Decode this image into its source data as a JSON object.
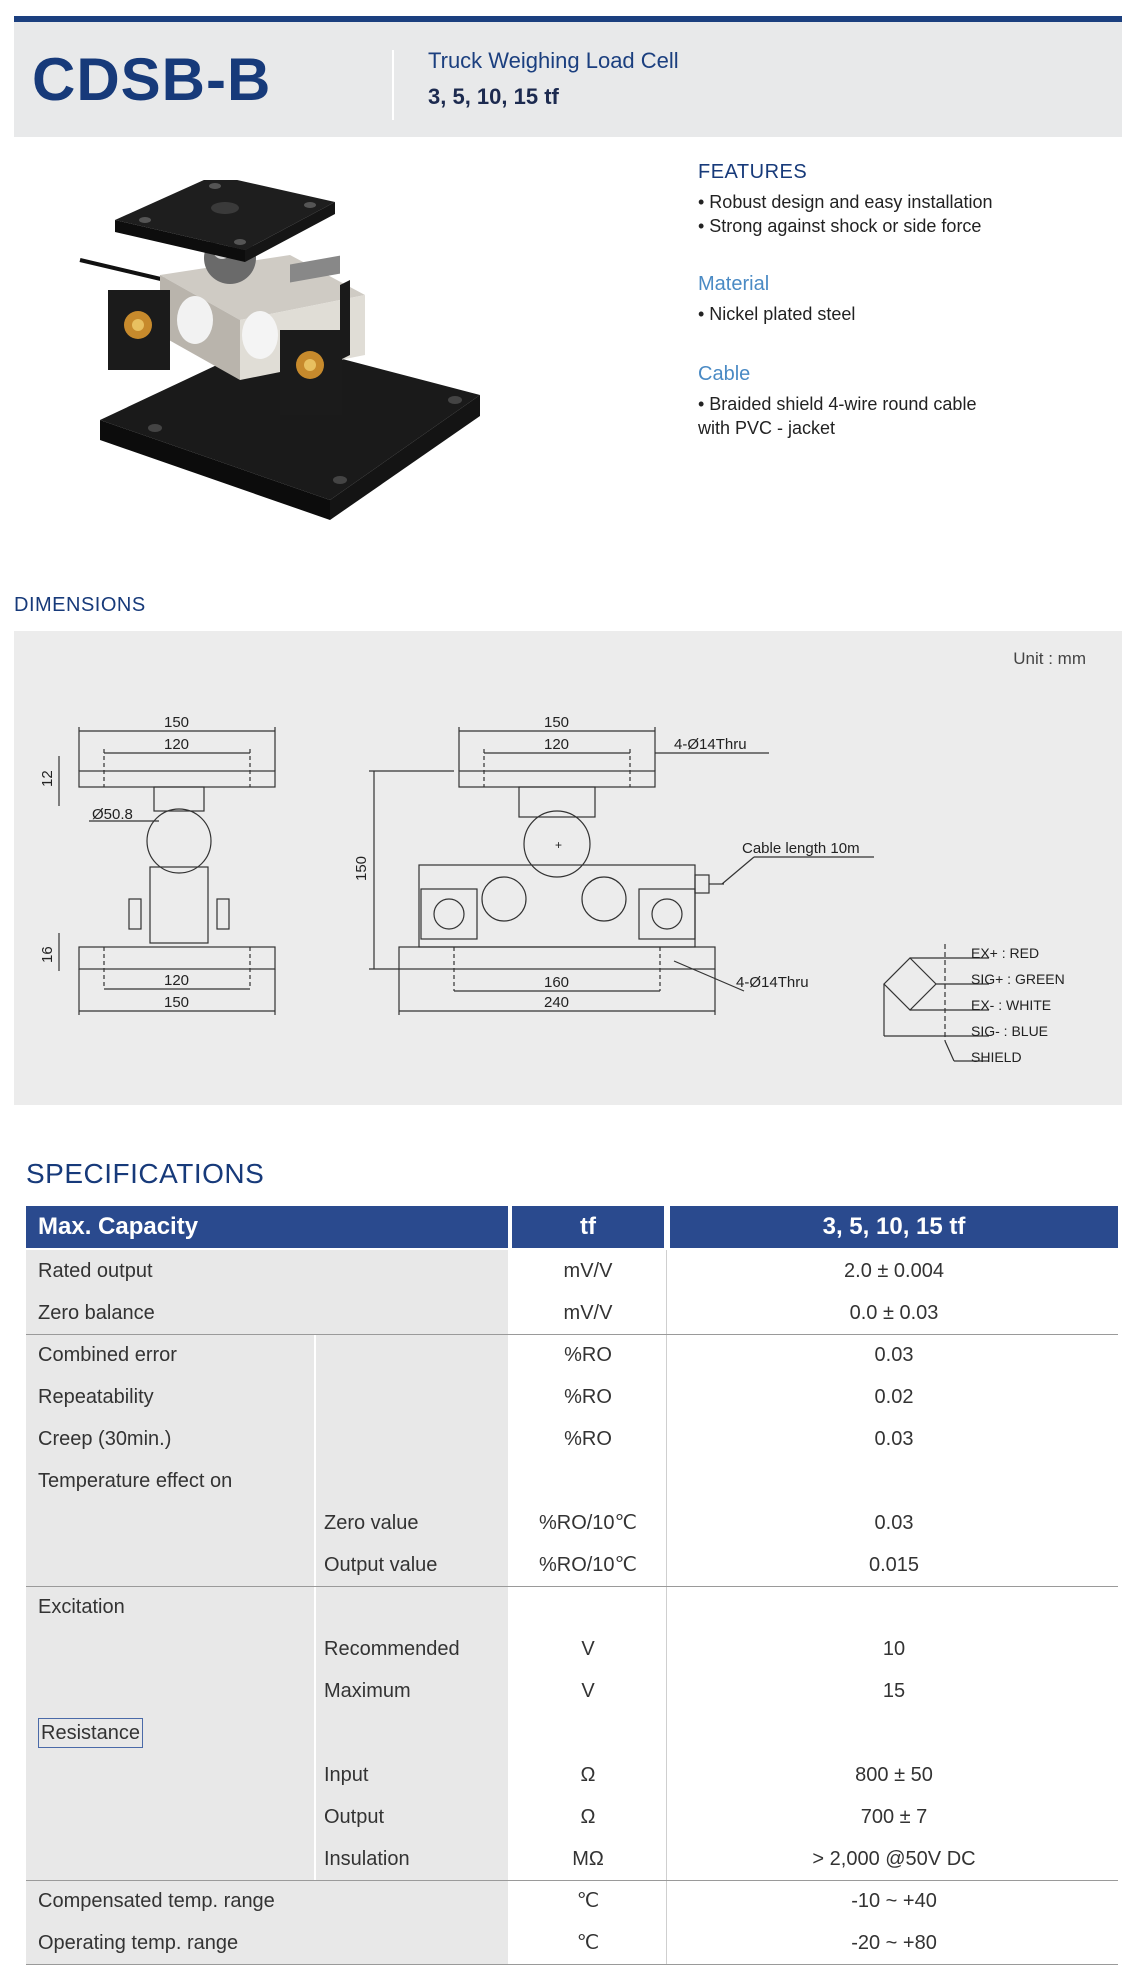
{
  "header": {
    "product_code": "CDSB-B",
    "subtitle": "Truck Weighing Load Cell",
    "capacity_range": "3, 5, 10, 15 tf"
  },
  "features": {
    "heading": "FEATURES",
    "items": [
      "• Robust design and easy installation",
      "• Strong against shock or side force"
    ]
  },
  "material": {
    "heading": "Material",
    "items": [
      "• Nickel plated steel"
    ]
  },
  "cable": {
    "heading": "Cable",
    "items": [
      "• Braided shield 4-wire round cable",
      "with PVC - jacket"
    ]
  },
  "dimensions": {
    "title": "DIMENSIONS",
    "unit": "Unit : mm",
    "side_view": {
      "top_width_outer": "150",
      "top_width_inner": "120",
      "plate_thickness_top": "12",
      "ball_diameter": "Ø50.8",
      "base_thickness": "16",
      "base_width_inner": "120",
      "base_width_outer": "150"
    },
    "front_view": {
      "top_width_outer": "150",
      "top_width_inner": "120",
      "top_holes": "4-Ø14Thru",
      "height": "150",
      "cable_length": "Cable length 10m",
      "base_inner": "160",
      "base_outer": "240",
      "base_holes": "4-Ø14Thru"
    },
    "wiring": {
      "ex_plus": "EX+ : RED",
      "sig_plus": "SIG+ : GREEN",
      "ex_minus": "EX- : WHITE",
      "sig_minus": "SIG- : BLUE",
      "shield": "SHIELD",
      "colors": {
        "red": "#d33",
        "green": "#2a2",
        "white": "#fff",
        "blue": "#23c"
      }
    }
  },
  "specifications": {
    "title": "SPECIFICATIONS",
    "header": {
      "label": "Max. Capacity",
      "unit": "tf",
      "value": "3, 5, 10, 15 tf"
    },
    "rows": [
      {
        "label": "Rated output",
        "sub": "",
        "unit": "mV/V",
        "value": "2.0 ± 0.004"
      },
      {
        "label": "Zero balance",
        "sub": "",
        "unit": "mV/V",
        "value": "0.0 ± 0.03"
      },
      {
        "label": "Combined error",
        "sub": "",
        "unit": "%RO",
        "value": "0.03"
      },
      {
        "label": "Repeatability",
        "sub": "",
        "unit": "%RO",
        "value": "0.02"
      },
      {
        "label": "Creep (30min.)",
        "sub": "",
        "unit": "%RO",
        "value": "0.03"
      },
      {
        "label": "Temperature effect on",
        "sub": "",
        "unit": "",
        "value": ""
      },
      {
        "label": "",
        "sub": "Zero value",
        "unit": "%RO/10℃",
        "value": "0.03"
      },
      {
        "label": "",
        "sub": "Output  value",
        "unit": "%RO/10℃",
        "value": "0.015"
      },
      {
        "label": "Excitation",
        "sub": "",
        "unit": "",
        "value": ""
      },
      {
        "label": "",
        "sub": "Recommended",
        "unit": "V",
        "value": "10"
      },
      {
        "label": "",
        "sub": "Maximum",
        "unit": "V",
        "value": "15"
      },
      {
        "label": "Resistance",
        "sub": "",
        "unit": "",
        "value": ""
      },
      {
        "label": "",
        "sub": "Input",
        "unit": "Ω",
        "value": "800 ± 50"
      },
      {
        "label": "",
        "sub": "Output",
        "unit": "Ω",
        "value": "700 ± 7"
      },
      {
        "label": "",
        "sub": "Insulation",
        "unit": "MΩ",
        "value": "> 2,000 @50V DC"
      },
      {
        "label": "Compensated temp. range",
        "sub": "",
        "unit": "℃",
        "value": "-10 ~ +40"
      },
      {
        "label": "Operating temp. range",
        "sub": "",
        "unit": "℃",
        "value": "-20 ~ +80"
      }
    ]
  }
}
